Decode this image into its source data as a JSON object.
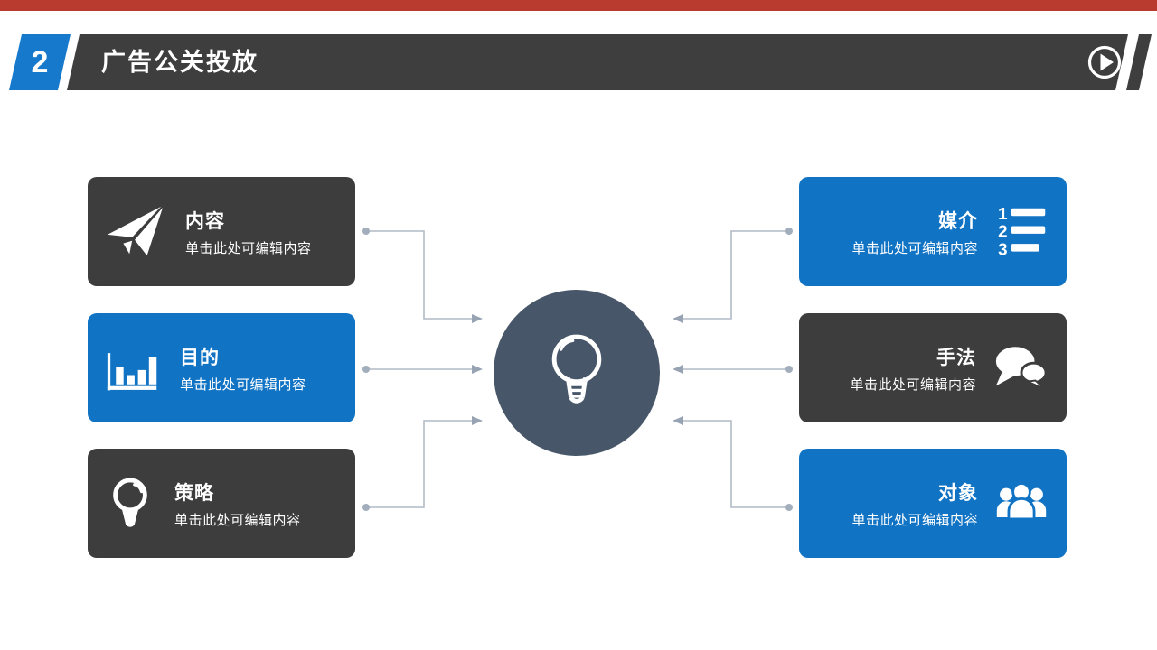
{
  "slide": {
    "accent_bar": {
      "color": "#b93a2e"
    },
    "header": {
      "number": "2",
      "title": "广告公关投放",
      "bar_color": "#3e3e3e",
      "badge_color": "#1679cb",
      "play_icon": "play-icon"
    },
    "diagram": {
      "center": {
        "icon": "lightbulb-icon",
        "color": "#475668"
      },
      "connector_color": "#b0bac6",
      "left_boxes": [
        {
          "title": "内容",
          "subtitle": "单击此处可编辑内容",
          "icon": "paper-plane-icon",
          "style": "dark"
        },
        {
          "title": "目的",
          "subtitle": "单击此处可编辑内容",
          "icon": "bar-chart-icon",
          "style": "blue"
        },
        {
          "title": "策略",
          "subtitle": "单击此处可编辑内容",
          "icon": "lightbulb-icon",
          "style": "dark"
        }
      ],
      "right_boxes": [
        {
          "title": "媒介",
          "subtitle": "单击此处可编辑内容",
          "icon": "numbered-list-icon",
          "style": "blue",
          "digits": [
            "1",
            "2",
            "3"
          ]
        },
        {
          "title": "手法",
          "subtitle": "单击此处可编辑内容",
          "icon": "chat-bubbles-icon",
          "style": "dark"
        },
        {
          "title": "对象",
          "subtitle": "单击此处可编辑内容",
          "icon": "people-group-icon",
          "style": "blue"
        }
      ]
    },
    "colors": {
      "dark_box": "#3d3d3d",
      "blue_box": "#1173c4"
    }
  }
}
